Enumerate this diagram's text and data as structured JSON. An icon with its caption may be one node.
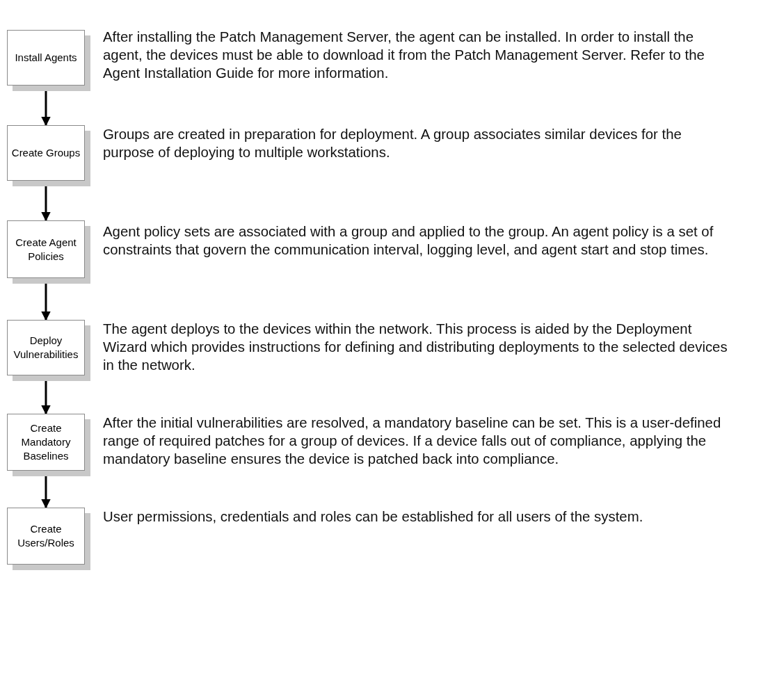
{
  "diagram": {
    "nodes": [
      {
        "text": [
          "Install Agents"
        ],
        "beside": [
          "After installing the Patch Management Server, the agent can be installed. In order to install the agent, the devices must be able to download it from the Patch Management Server. Refer to the Agent Installation Guide for more information."
        ]
      },
      {
        "text": [
          "Create Groups"
        ],
        "beside": [
          "Groups are created in preparation for deployment. A group associates similar devices for the purpose of deploying to multiple workstations."
        ]
      },
      {
        "text": [
          "Create Agent Policies"
        ],
        "beside": [
          "Agent policy sets are associated with a group and applied to the group. An agent policy is a set of constraints that govern the communication interval, logging level, and agent start and stop times."
        ]
      },
      {
        "text": [
          "Deploy Vulnerabilities"
        ],
        "beside": [
          "The agent deploys to the devices within the network. This process is aided by the Deployment Wizard which provides instructions for defining and distributing deployments to the selected devices in the network."
        ]
      },
      {
        "text": [
          "Create Mandatory Baselines"
        ],
        "beside": [
          "After the initial vulnerabilities are resolved, a mandatory baseline can be set. This is a user-defined range of required patches for a group of devices. If a device falls out of compliance, applying the mandatory baseline ensures the device is patched back into compliance."
        ]
      },
      {
        "text": [
          "Create Users/Roles"
        ],
        "beside": [
          "User permissions, credentials and roles can be established for all users of the system."
        ]
      }
    ],
    "edges": [
      {
        "from": 0,
        "to": 1,
        "arrow": "to"
      },
      {
        "from": 1,
        "to": 2,
        "arrow": "to"
      },
      {
        "from": 2,
        "to": 3,
        "arrow": "to"
      },
      {
        "from": 3,
        "to": 4,
        "arrow": "to"
      },
      {
        "from": 4,
        "to": 5,
        "arrow": "to"
      }
    ]
  }
}
